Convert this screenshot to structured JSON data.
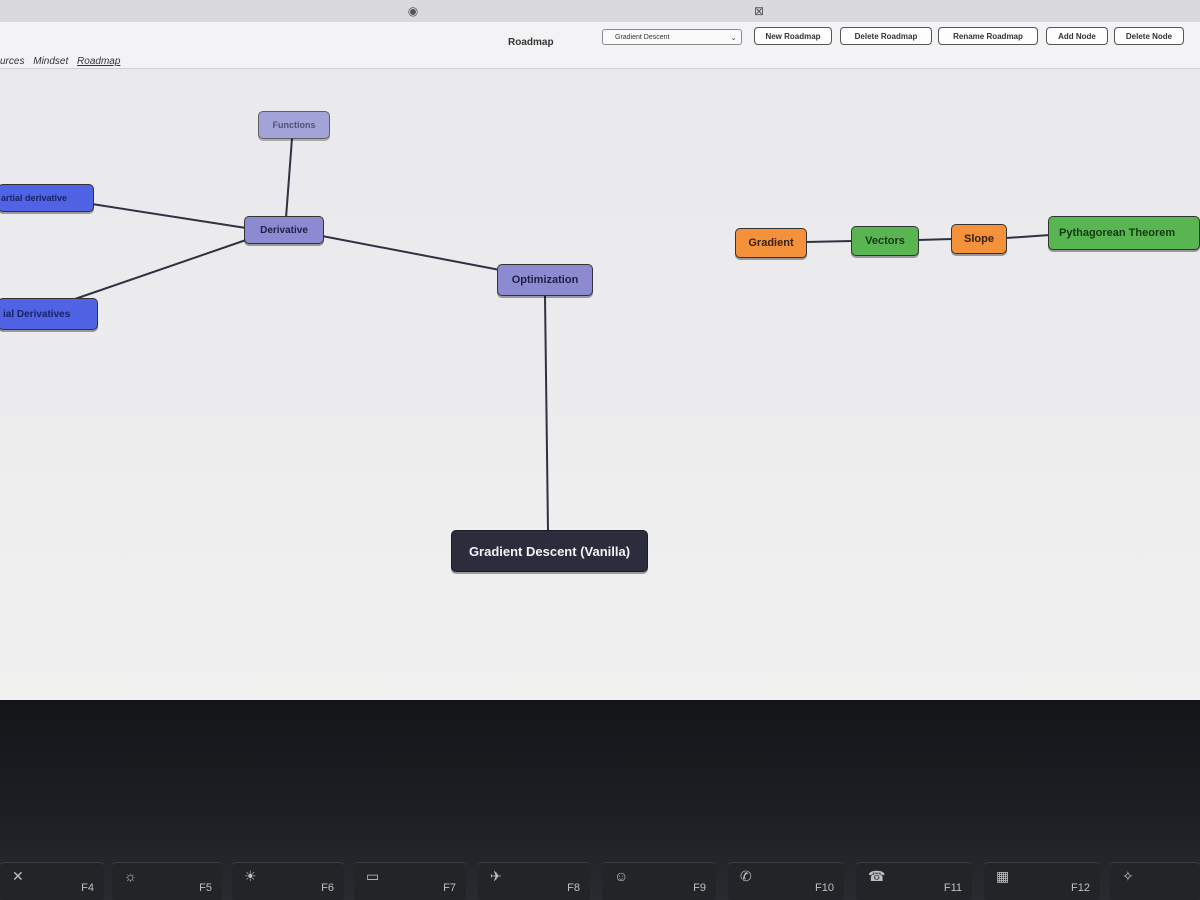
{
  "app": {
    "title": "Roadmap",
    "nav": [
      "urces",
      "Mindset",
      "Roadmap"
    ],
    "selected_roadmap": "Gradient Descent"
  },
  "toolbar": {
    "new_roadmap": "New Roadmap",
    "delete_roadmap": "Delete Roadmap",
    "rename_roadmap": "Rename Roadmap",
    "add_node": "Add Node",
    "delete_node": "Delete Node"
  },
  "nodes": {
    "functions": "Functions",
    "partial_derivative": "artial derivative",
    "derivative": "Derivative",
    "partial_derivatives": "ial Derivatives",
    "optimization": "Optimization",
    "gradient_descent": "Gradient Descent (Vanilla)",
    "gradient": "Gradient",
    "vectors": "Vectors",
    "slope": "Slope",
    "pythagorean": "Pythagorean Theorem"
  },
  "colors": {
    "purple_node": "#8c8bd2",
    "blue_node": "#4f63e4",
    "orange_node": "#f3923a",
    "green_node": "#59b552",
    "dark_node": "#2b2d3d"
  },
  "keys": [
    {
      "label": "F4",
      "icon": "mic-off-icon"
    },
    {
      "label": "F5",
      "icon": "brightness-down-icon"
    },
    {
      "label": "F6",
      "icon": "brightness-up-icon"
    },
    {
      "label": "F7",
      "icon": "display-icon"
    },
    {
      "label": "F8",
      "icon": "airplane-icon"
    },
    {
      "label": "F9",
      "icon": "support-icon"
    },
    {
      "label": "F10",
      "icon": "phone-icon"
    },
    {
      "label": "F11",
      "icon": "hang-up-icon"
    },
    {
      "label": "F12",
      "icon": "calculator-icon"
    },
    {
      "label": "",
      "icon": "star-icon"
    }
  ]
}
